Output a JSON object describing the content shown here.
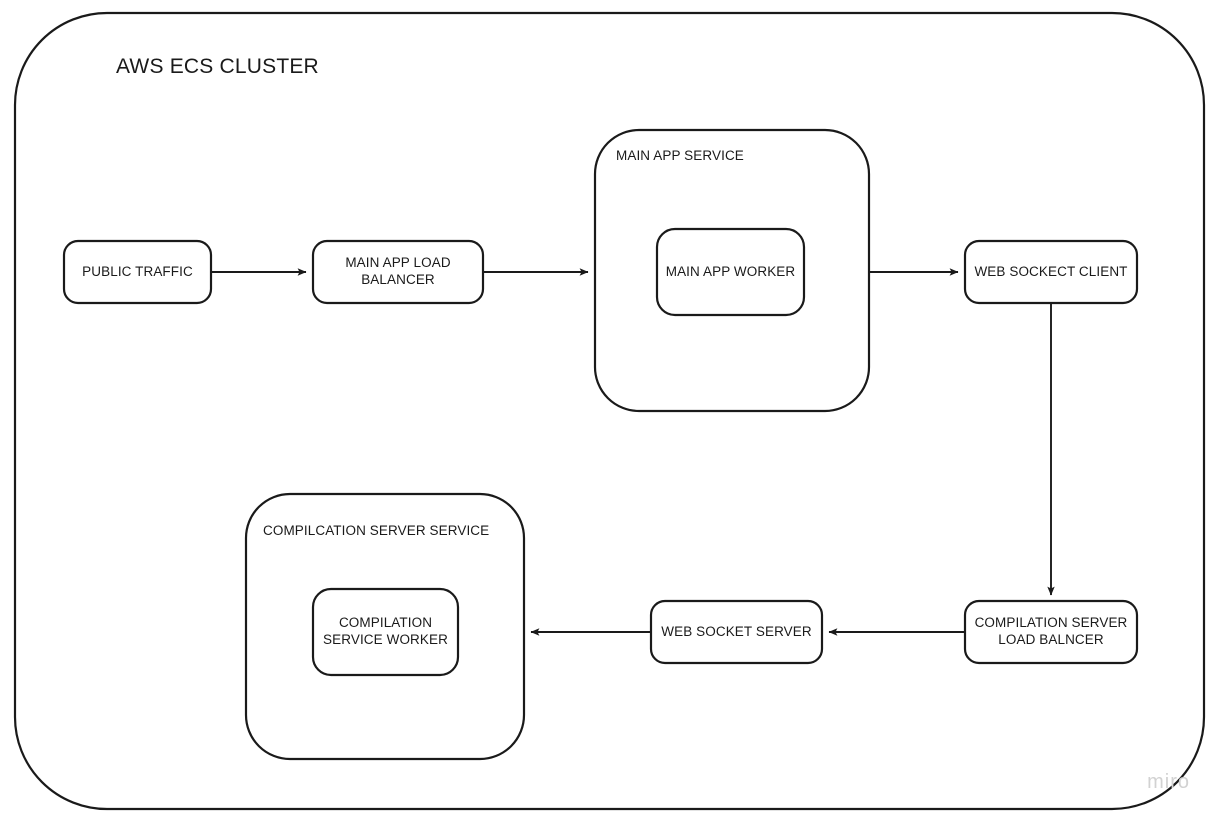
{
  "diagram": {
    "title": "AWS ECS CLUSTER",
    "watermark": "miro",
    "stroke_color": "#1a1a1a",
    "fill_color": "#ffffff",
    "background_color": "#ffffff",
    "groups": [
      {
        "id": "main-app-service",
        "label": "MAIN APP SERVICE"
      },
      {
        "id": "compilation-server-service",
        "label": "COMPILCATION SERVER SERVICE"
      }
    ],
    "nodes": [
      {
        "id": "public-traffic",
        "label": "PUBLIC TRAFFIC"
      },
      {
        "id": "main-app-load-balancer",
        "label": "MAIN APP LOAD\nBALANCER"
      },
      {
        "id": "main-app-worker",
        "label": "MAIN APP WORKER"
      },
      {
        "id": "web-sockect-client",
        "label": "WEB SOCKECT CLIENT"
      },
      {
        "id": "compilation-server-load-balncer",
        "label": "COMPILATION SERVER\nLOAD BALNCER"
      },
      {
        "id": "web-socket-server",
        "label": "WEB SOCKET SERVER"
      },
      {
        "id": "compilation-service-worker",
        "label": "COMPILATION\nSERVICE WORKER"
      }
    ],
    "edges": [
      {
        "id": "edge-public-traffic-to-main-app-lb",
        "from": "public-traffic",
        "to": "main-app-load-balancer",
        "direction": "right"
      },
      {
        "id": "edge-main-app-lb-to-main-app-service",
        "from": "main-app-load-balancer",
        "to": "main-app-service",
        "direction": "right"
      },
      {
        "id": "edge-main-app-service-to-ws-client",
        "from": "main-app-service",
        "to": "web-sockect-client",
        "direction": "right"
      },
      {
        "id": "edge-ws-client-to-compilation-lb",
        "from": "web-sockect-client",
        "to": "compilation-server-load-balncer",
        "direction": "down"
      },
      {
        "id": "edge-compilation-lb-to-ws-server",
        "from": "compilation-server-load-balncer",
        "to": "web-socket-server",
        "direction": "left"
      },
      {
        "id": "edge-ws-server-to-compilation-service",
        "from": "web-socket-server",
        "to": "compilation-server-service",
        "direction": "left"
      }
    ]
  }
}
